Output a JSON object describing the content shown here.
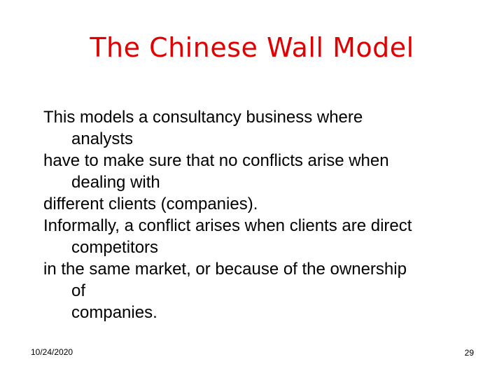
{
  "slide": {
    "title": "The Chinese Wall Model",
    "body_lines": [
      "This models a consultancy business where",
      "analysts",
      "have to make sure that no conflicts arise when",
      "dealing with",
      "different clients (companies).",
      "Informally, a conflict arises when clients are direct",
      "competitors",
      "in the same market, or because of the ownership",
      "of",
      "companies."
    ],
    "footer_date": "10/24/2020",
    "page_number": "29"
  },
  "colors": {
    "title": "#e00000",
    "text": "#000000",
    "background": "#ffffff"
  }
}
